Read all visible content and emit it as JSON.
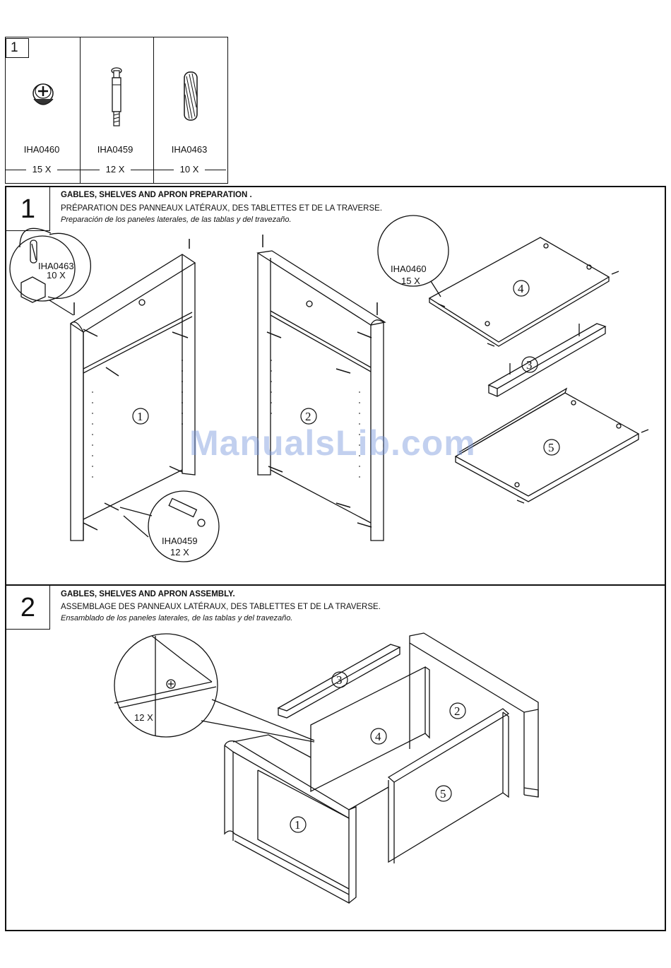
{
  "parts": [
    {
      "code": "IHA0460",
      "qty": "15 X",
      "icon": "cam-lock-icon"
    },
    {
      "code": "IHA0459",
      "qty": "12 X",
      "icon": "cam-bolt-icon"
    },
    {
      "code": "IHA0463",
      "qty": "10 X",
      "icon": "wood-dowel-icon"
    }
  ],
  "parts_box_number": "1",
  "steps": [
    {
      "number": "1",
      "title_en": "GABLES, SHELVES AND APRON PREPARATION .",
      "title_fr": "PRÉPARATION DES PANNEAUX LATÉRAUX, DES TABLETTES ET DE LA TRAVERSE.",
      "title_es": "Preparación de los paneles laterales, de las tablas y del travezaño."
    },
    {
      "number": "2",
      "title_en": "GABLES, SHELVES AND APRON ASSEMBLY.",
      "title_fr": "ASSEMBLAGE DES PANNEAUX LATÉRAUX, DES TABLETTES ET DE LA TRAVERSE.",
      "title_es": "Ensamblado de los paneles laterales, de las tablas y del travezaño."
    }
  ],
  "step1_callouts": {
    "dowel_code": "IHA0463",
    "dowel_qty": "10 X",
    "cam_code": "IHA0460",
    "cam_qty": "15 X",
    "bolt_code": "IHA0459",
    "bolt_qty": "12 X"
  },
  "step2_callout": {
    "qty": "12 X"
  },
  "panel_labels": [
    "1",
    "2",
    "3",
    "4",
    "5"
  ],
  "watermark": "ManualsLib.com"
}
